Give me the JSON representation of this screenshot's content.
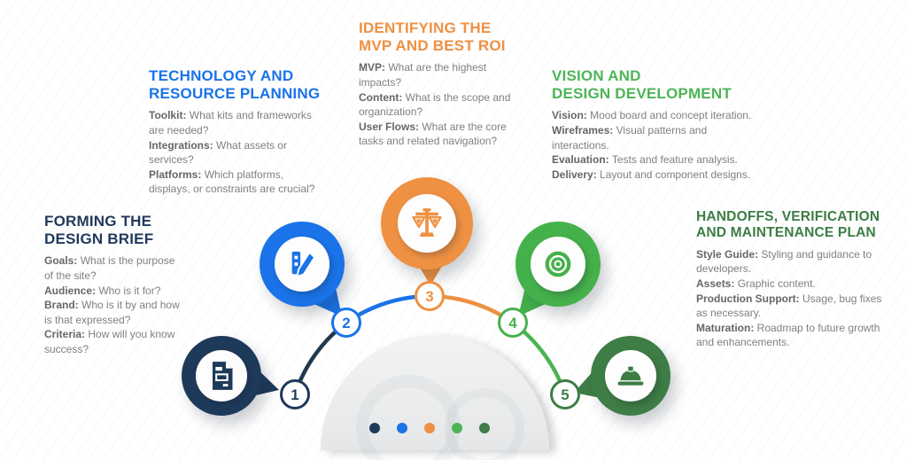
{
  "infographic": {
    "type": "process-diagram",
    "steps": [
      {
        "number": "1",
        "color": "#1e3a5a",
        "icon": "document-icon",
        "title": "FORMING THE\nDESIGN BRIEF",
        "items": [
          {
            "label": "Goals:",
            "text": "What is the purpose of the site?"
          },
          {
            "label": "Audience:",
            "text": "Who is it for?"
          },
          {
            "label": "Brand:",
            "text": "Who is it by and how is that expressed?"
          },
          {
            "label": "Criteria:",
            "text": "How will you know success?"
          }
        ]
      },
      {
        "number": "2",
        "color": "#1a73e8",
        "icon": "design-tools-icon",
        "title": "TECHNOLOGY AND\nRESOURCE PLANNING",
        "items": [
          {
            "label": "Toolkit:",
            "text": "What kits and frameworks are needed?"
          },
          {
            "label": "Integrations:",
            "text": "What assets or services?"
          },
          {
            "label": "Platforms:",
            "text": "Which platforms, displays, or constraints are crucial?"
          }
        ]
      },
      {
        "number": "3",
        "color": "#ef9142",
        "icon": "scales-icon",
        "title": "IDENTIFYING THE\nMVP AND BEST ROI",
        "items": [
          {
            "label": "MVP:",
            "text": "What are the highest impacts?"
          },
          {
            "label": "Content:",
            "text": "What is the scope and organization?"
          },
          {
            "label": "User Flows:",
            "text": "What are the core tasks and related navigation?"
          }
        ]
      },
      {
        "number": "4",
        "color": "#45b14b",
        "icon": "target-icon",
        "title": "VISION AND\nDESIGN DEVELOPMENT",
        "items": [
          {
            "label": "Vision:",
            "text": "Mood board and concept iteration."
          },
          {
            "label": "Wireframes:",
            "text": "Visual patterns and interactions."
          },
          {
            "label": "Evaluation:",
            "text": "Tests and feature analysis."
          },
          {
            "label": "Delivery:",
            "text": "Layout and component designs."
          }
        ]
      },
      {
        "number": "5",
        "color": "#3e7d45",
        "icon": "hard-hat-icon",
        "title": "HANDOFFS, VERIFICATION\nAND MAINTENANCE PLAN",
        "items": [
          {
            "label": "Style Guide:",
            "text": "Styling and guidance to developers."
          },
          {
            "label": "Assets:",
            "text": "Graphic content."
          },
          {
            "label": "Production Support:",
            "text": "Usage, bug fixes as necessary."
          },
          {
            "label": "Maturation:",
            "text": "Roadmap to future growth and enhancements."
          }
        ]
      }
    ],
    "connector_colors": [
      "#22384f",
      "#1a73e8",
      "#ee9041",
      "#4cb452"
    ],
    "dome_dot_colors": [
      "#1e3a5a",
      "#1a73e8",
      "#ef9142",
      "#4cb452",
      "#3e7d45"
    ]
  }
}
